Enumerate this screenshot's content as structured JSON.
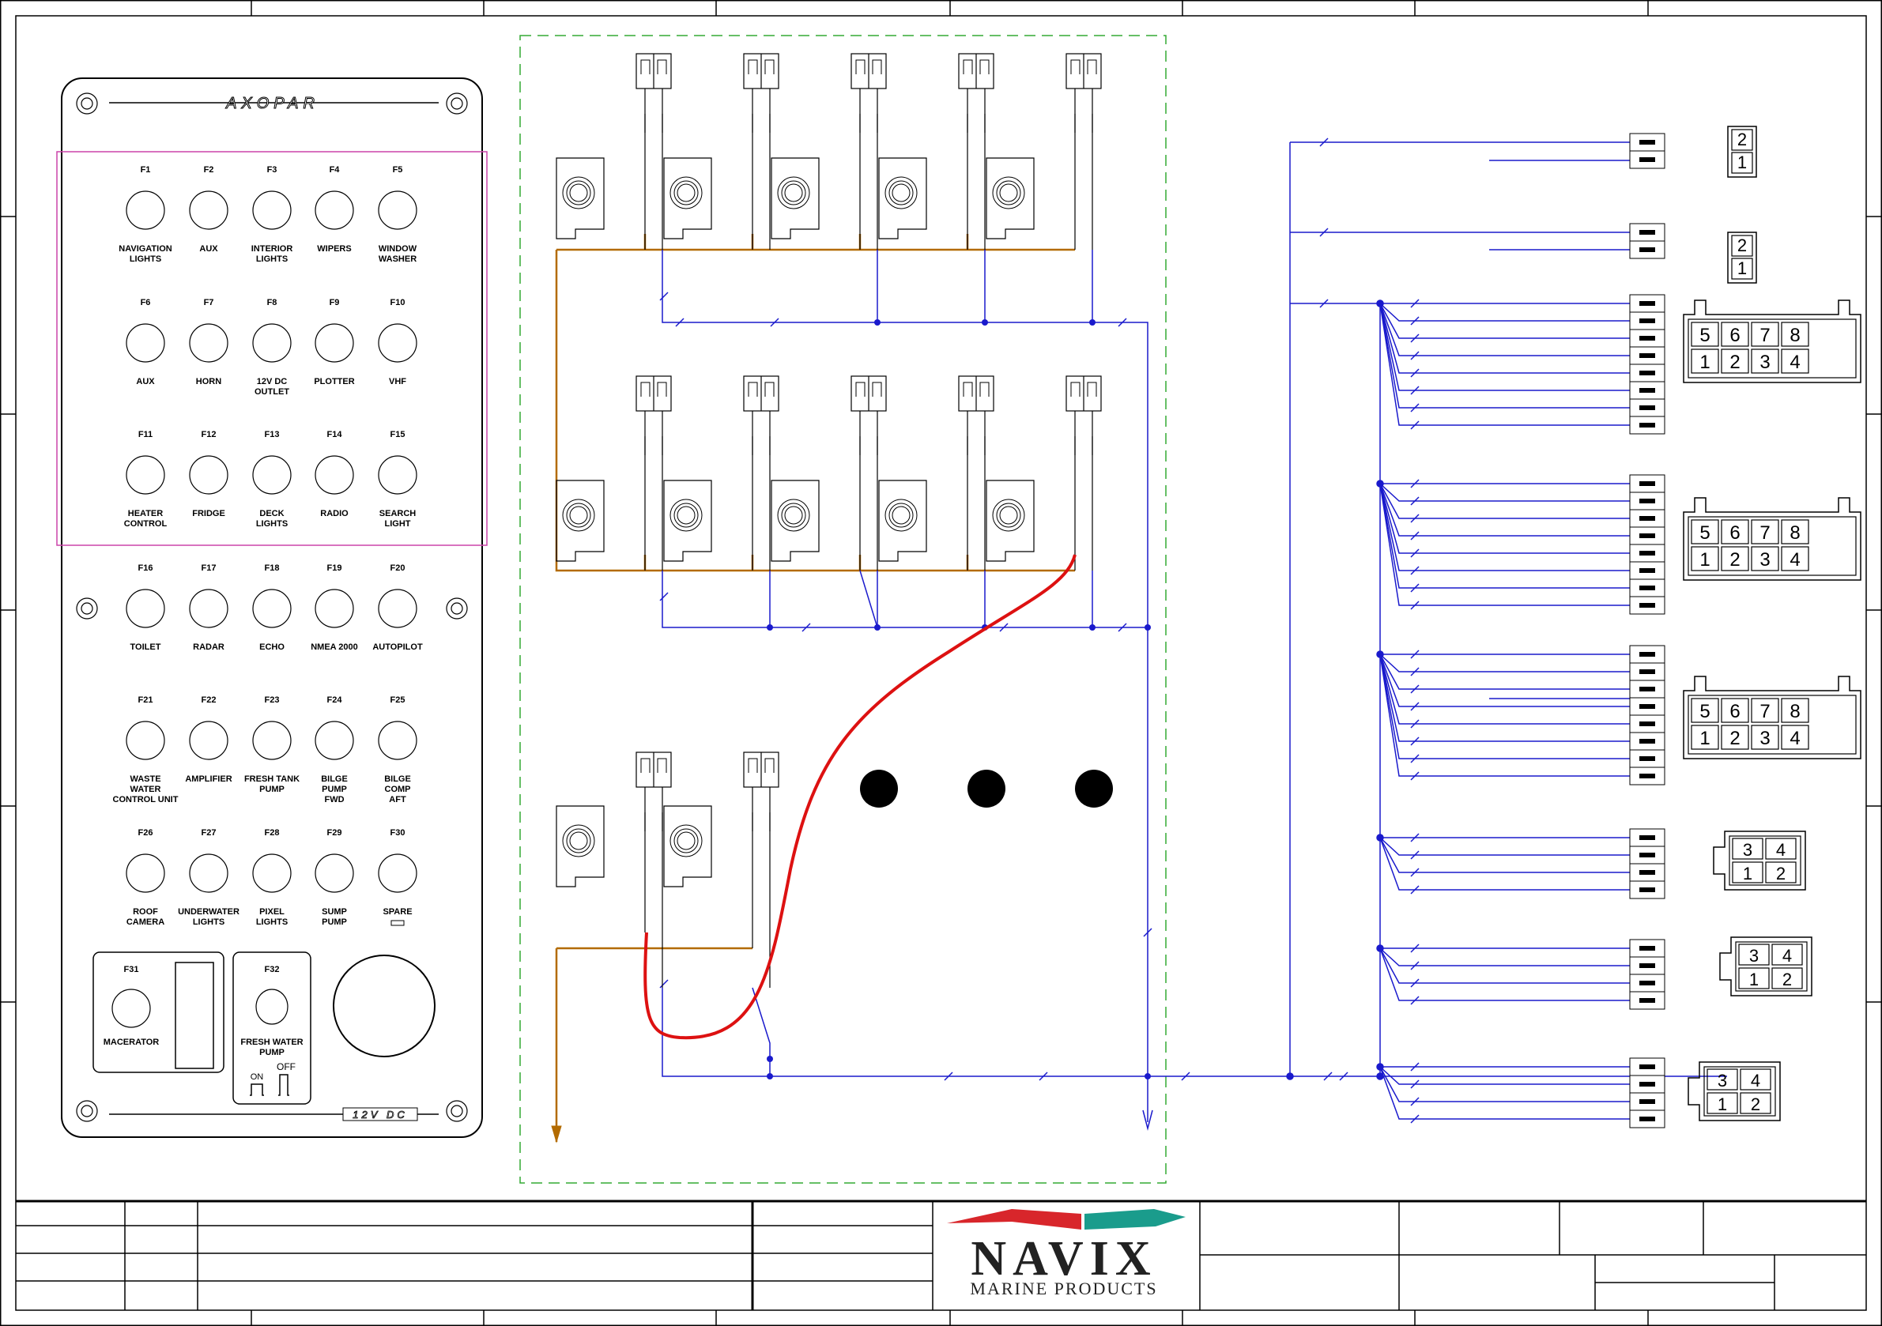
{
  "panel": {
    "brand_logo": "AXOPAR",
    "fuses": [
      {
        "id": "F1",
        "label": [
          "NAVIGATION",
          "LIGHTS"
        ]
      },
      {
        "id": "F2",
        "label": [
          "AUX"
        ]
      },
      {
        "id": "F3",
        "label": [
          "INTERIOR",
          "LIGHTS"
        ]
      },
      {
        "id": "F4",
        "label": [
          "WIPERS"
        ]
      },
      {
        "id": "F5",
        "label": [
          "WINDOW",
          "WASHER"
        ]
      },
      {
        "id": "F6",
        "label": [
          "AUX"
        ]
      },
      {
        "id": "F7",
        "label": [
          "HORN"
        ]
      },
      {
        "id": "F8",
        "label": [
          "12V DC",
          "OUTLET"
        ]
      },
      {
        "id": "F9",
        "label": [
          "PLOTTER"
        ]
      },
      {
        "id": "F10",
        "label": [
          "VHF"
        ]
      },
      {
        "id": "F11",
        "label": [
          "HEATER",
          "CONTROL"
        ]
      },
      {
        "id": "F12",
        "label": [
          "FRIDGE"
        ]
      },
      {
        "id": "F13",
        "label": [
          "DECK",
          "LIGHTS"
        ]
      },
      {
        "id": "F14",
        "label": [
          "RADIO"
        ]
      },
      {
        "id": "F15",
        "label": [
          "SEARCH",
          "LIGHT"
        ]
      },
      {
        "id": "F16",
        "label": [
          "TOILET"
        ]
      },
      {
        "id": "F17",
        "label": [
          "RADAR"
        ]
      },
      {
        "id": "F18",
        "label": [
          "ECHO"
        ]
      },
      {
        "id": "F19",
        "label": [
          "NMEA 2000"
        ]
      },
      {
        "id": "F20",
        "label": [
          "AUTOPILOT"
        ]
      },
      {
        "id": "F21",
        "label": [
          "WASTE",
          "WATER",
          "CONTROL UNIT"
        ]
      },
      {
        "id": "F22",
        "label": [
          "AMPLIFIER"
        ]
      },
      {
        "id": "F23",
        "label": [
          "FRESH TANK",
          "PUMP"
        ]
      },
      {
        "id": "F24",
        "label": [
          "BILGE",
          "PUMP",
          "FWD"
        ]
      },
      {
        "id": "F25",
        "label": [
          "BILGE",
          "COMP",
          "AFT"
        ]
      },
      {
        "id": "F26",
        "label": [
          "ROOF",
          "CAMERA"
        ]
      },
      {
        "id": "F27",
        "label": [
          "UNDERWATER",
          "LIGHTS"
        ]
      },
      {
        "id": "F28",
        "label": [
          "PIXEL",
          "LIGHTS"
        ]
      },
      {
        "id": "F29",
        "label": [
          "SUMP",
          "PUMP"
        ]
      },
      {
        "id": "F30",
        "label": [
          "SPARE"
        ]
      }
    ],
    "macerator": {
      "id": "F31",
      "label": "MACERATOR"
    },
    "fresh_water": {
      "id": "F32",
      "label": [
        "FRESH WATER",
        "PUMP"
      ],
      "on": "ON",
      "off": "OFF"
    },
    "voltage_plate": "12V DC"
  },
  "connectors": [
    {
      "type": "2-pin",
      "pins": [
        "2",
        "1"
      ]
    },
    {
      "type": "2-pin",
      "pins": [
        "2",
        "1"
      ]
    },
    {
      "type": "8-pin",
      "top": [
        "5",
        "6",
        "7",
        "8"
      ],
      "bottom": [
        "1",
        "2",
        "3",
        "4"
      ]
    },
    {
      "type": "8-pin",
      "top": [
        "5",
        "6",
        "7",
        "8"
      ],
      "bottom": [
        "1",
        "2",
        "3",
        "4"
      ]
    },
    {
      "type": "8-pin",
      "top": [
        "5",
        "6",
        "7",
        "8"
      ],
      "bottom": [
        "1",
        "2",
        "3",
        "4"
      ]
    },
    {
      "type": "4-pin",
      "top": [
        "3",
        "4"
      ],
      "bottom": [
        "1",
        "2"
      ]
    },
    {
      "type": "4-pin",
      "top": [
        "3",
        "4"
      ],
      "bottom": [
        "1",
        "2"
      ]
    },
    {
      "type": "4-pin",
      "top": [
        "3",
        "4"
      ],
      "bottom": [
        "1",
        "2"
      ]
    }
  ],
  "title_block": {
    "company": "NAVIX",
    "subtitle": "MARINE PRODUCTS"
  },
  "colors": {
    "line": "#000000",
    "wire_blue": "#1a1acc",
    "wire_orange": "#b36b00",
    "wire_red": "#dd1111",
    "frame_green": "#33aa33",
    "highlight_magenta": "#cc44aa",
    "logo_red": "#d8262b",
    "logo_teal": "#1a9c8c"
  }
}
